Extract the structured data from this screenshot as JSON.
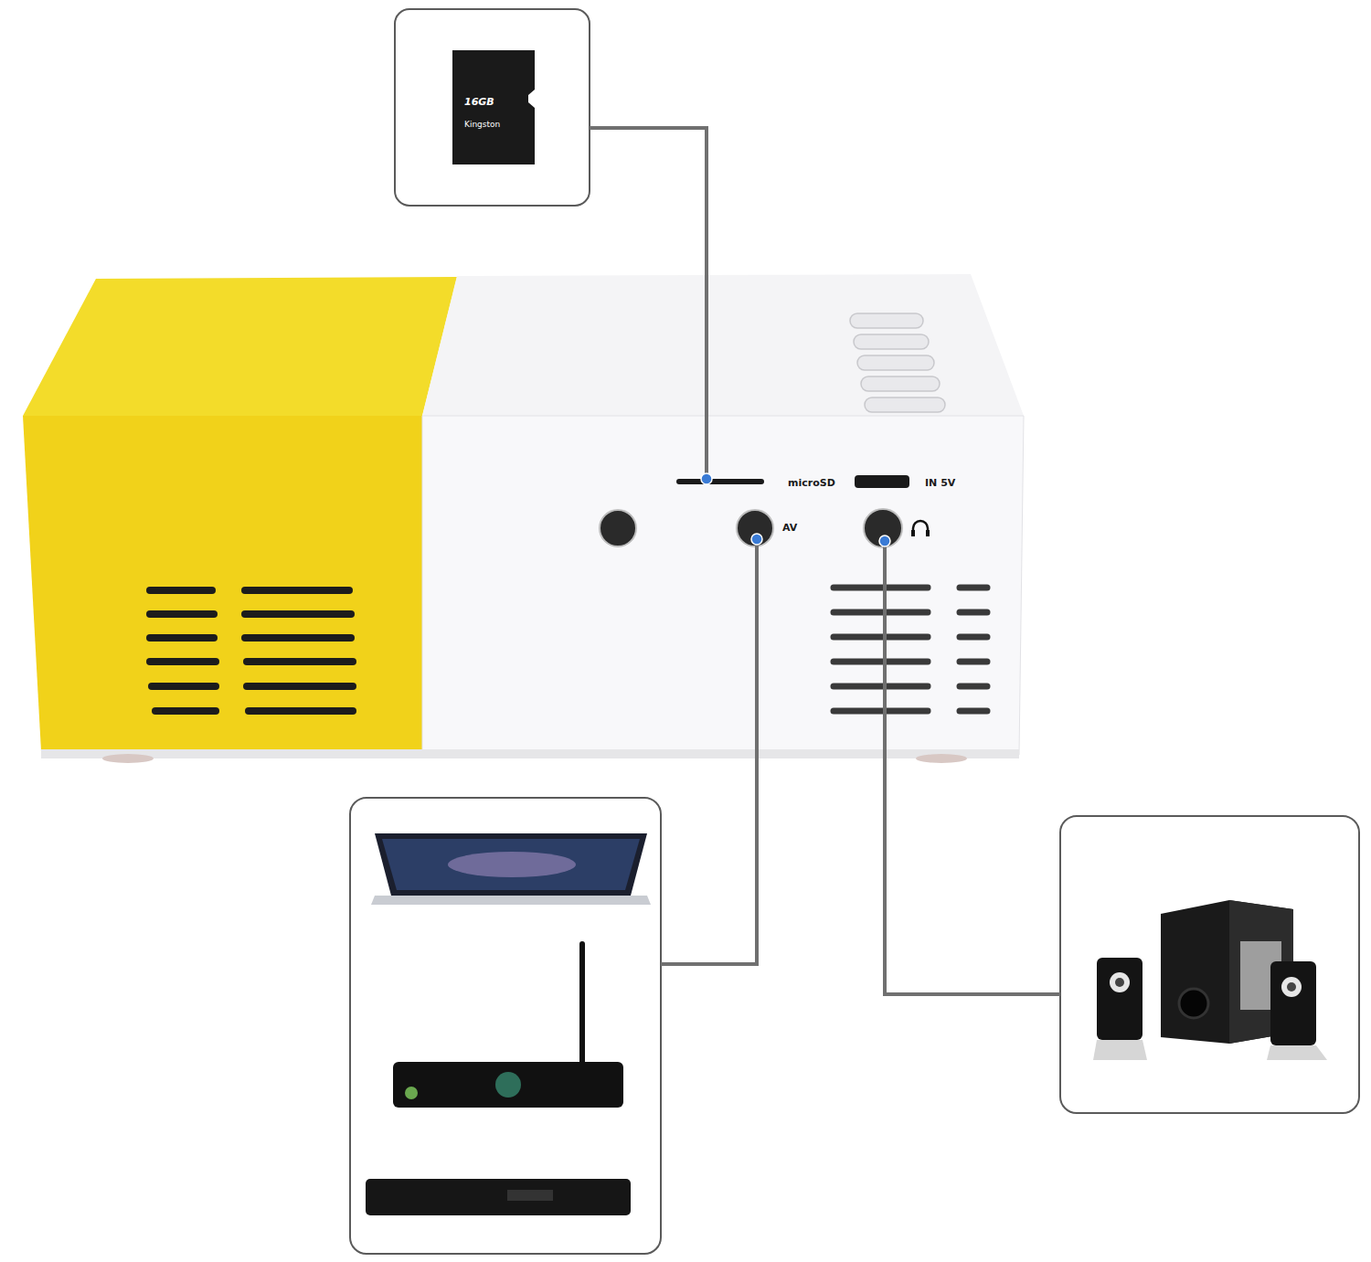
{
  "diagram": {
    "labels": [
      "16GB",
      "Kingston",
      "microSD",
      "IN 5V",
      "AV"
    ]
  }
}
